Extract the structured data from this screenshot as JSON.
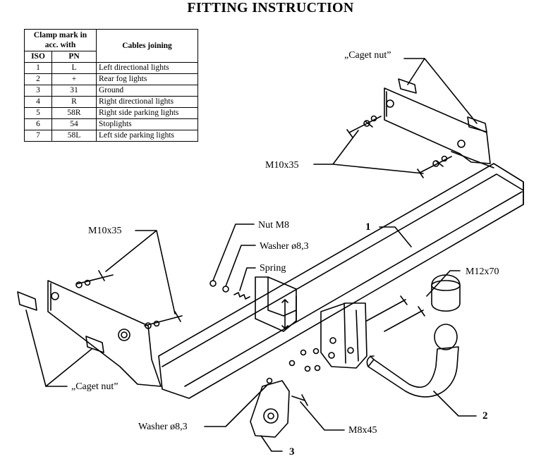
{
  "title": "FITTING INSTRUCTION",
  "table": {
    "header_clamp": "Clamp mark in acc. with",
    "header_iso": "ISO",
    "header_pn": "PN",
    "header_cables": "Cables joining",
    "rows": [
      {
        "iso": "1",
        "pn": "L",
        "desc": "Left directional lights"
      },
      {
        "iso": "2",
        "pn": "+",
        "desc": "Rear fog lights"
      },
      {
        "iso": "3",
        "pn": "31",
        "desc": "Ground"
      },
      {
        "iso": "4",
        "pn": "R",
        "desc": "Right directional lights"
      },
      {
        "iso": "5",
        "pn": "58R",
        "desc": "Right side parking lights"
      },
      {
        "iso": "6",
        "pn": "54",
        "desc": "Stoplights"
      },
      {
        "iso": "7",
        "pn": "58L",
        "desc": "Left side parking lights"
      }
    ]
  },
  "labels": {
    "caget_nut_top": "„Caget nut”",
    "m10x35_right": "M10x35",
    "m10x35_left": "M10x35",
    "nut_m8": "Nut M8",
    "washer_top": "Washer ø8,3",
    "spring": "Spring",
    "part_1": "1",
    "m12x70": "M12x70",
    "caget_nut_bottom": "„Caget nut”",
    "part_2": "2",
    "washer_bottom": "Washer ø8,3",
    "m8x45": "M8x45",
    "part_3": "3"
  }
}
